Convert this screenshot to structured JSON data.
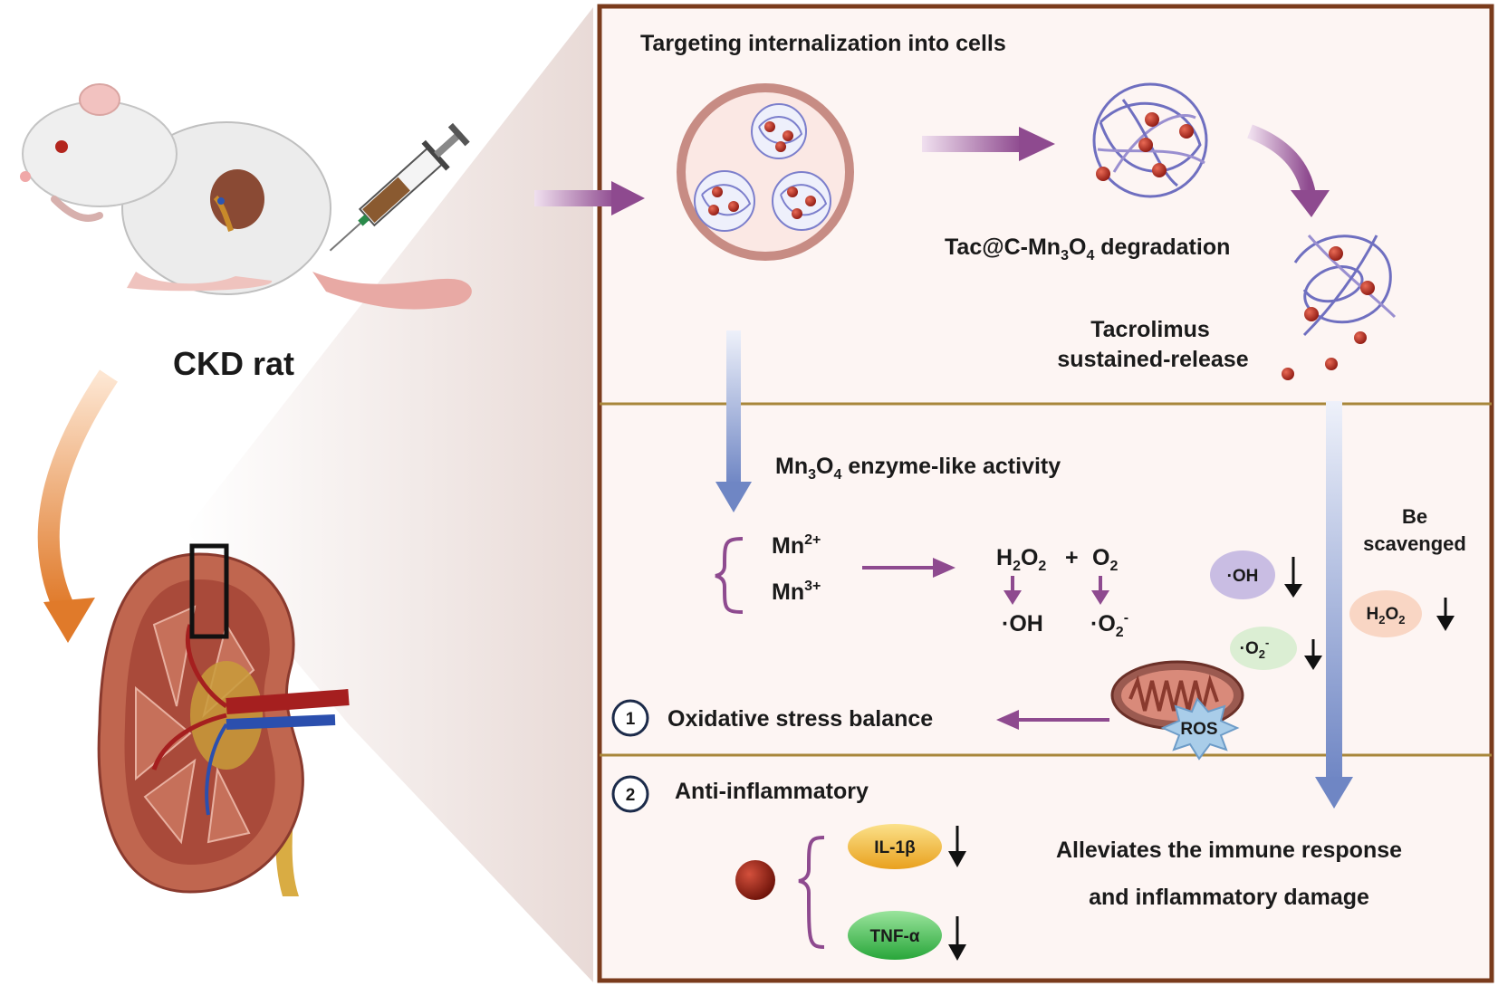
{
  "left": {
    "title": "CKD rat"
  },
  "section1": {
    "title": "Targeting internalization into cells",
    "degradation_prefix": "Tac@C-Mn",
    "degradation_sub1": "3",
    "degradation_mid": "O",
    "degradation_sub2": "4",
    "degradation_suffix": " degradation",
    "release_line1": "Tacrolimus",
    "release_line2": "sustained-release"
  },
  "section2": {
    "enzyme_prefix": "Mn",
    "enzyme_sub1": "3",
    "enzyme_mid": "O",
    "enzyme_sub2": "4",
    "enzyme_suffix": "  enzyme-like activity",
    "mn2_base": "Mn",
    "mn2_sup": "2+",
    "mn3_base": "Mn",
    "mn3_sup": "3+",
    "h2o2_h": "H",
    "h2o2_s1": "2",
    "h2o2_o": "O",
    "h2o2_s2": "2",
    "plus": "+",
    "o2_o": "O",
    "o2_s": "2",
    "oh": "·OH",
    "o2m_base": "·O",
    "o2m_sub": "2",
    "o2m_sup": "-",
    "scavenged_line1": "Be",
    "scavenged_line2": "scavenged",
    "badge_oh": "·OH",
    "badge_o2_base": "·O",
    "badge_o2_sub": "2",
    "badge_o2_sup": "-",
    "badge_h2o2_h": "H",
    "badge_h2o2_s1": "2",
    "badge_h2o2_o": "O",
    "badge_h2o2_s2": "2",
    "ros": "ROS",
    "num1": "1",
    "balance": "Oxidative stress balance"
  },
  "section3": {
    "num2": "2",
    "title": "Anti-inflammatory",
    "il1b": "IL-1β",
    "tnfa": "TNF-α",
    "line1": "Alleviates the immune response",
    "line2": "and inflammatory damage"
  },
  "colors": {
    "frame": "#7a3b1c",
    "panel_bg": "#fdf5f3",
    "divider": "#a8863a",
    "purple_arrow": "#8e4a8f",
    "blue_arrow": "#7a8fc8",
    "orange_arrow": "#e07a2a",
    "nanoparticle": "#b3261e",
    "polymer": "#6f6fc0",
    "kidney_cortex": "#b9604d",
    "badge_oh": "#c9bde3",
    "badge_o2": "#dbeed3",
    "badge_h2o2": "#f9d6c4",
    "badge_il1b": "#f2b93b",
    "badge_tnfa": "#4cc354",
    "ros_star": "#a9cde9"
  },
  "icons": {
    "rat": "rat-illustration",
    "syringe": "syringe-icon",
    "kidney": "kidney-cross-section",
    "mitochondrion": "mitochondrion-icon",
    "arrow_down": "arrow-down-icon"
  }
}
